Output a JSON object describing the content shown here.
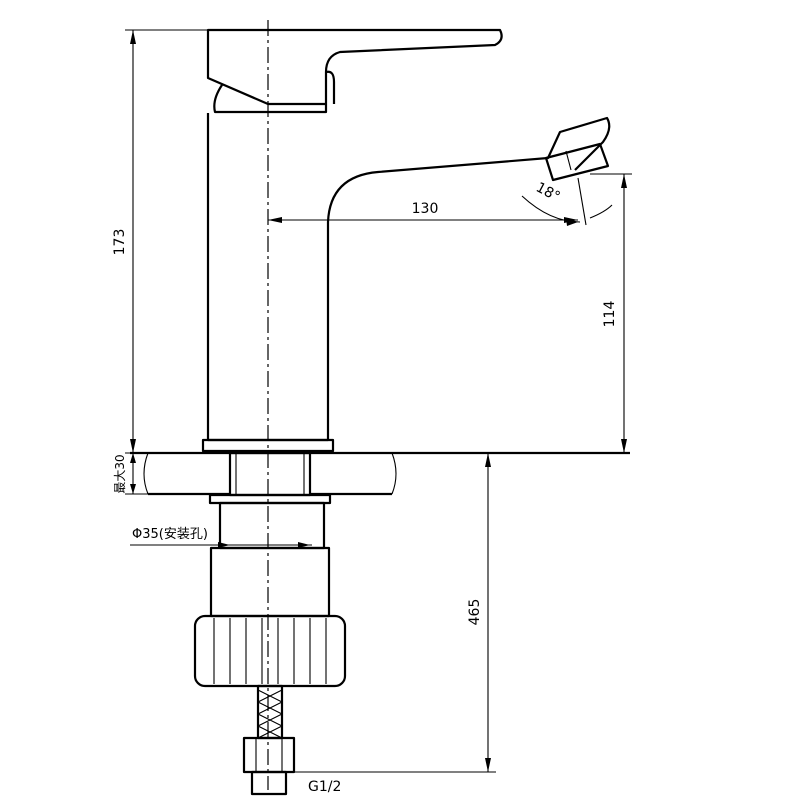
{
  "dimensions": {
    "total_height": "173",
    "spout_reach": "130",
    "spout_angle": "18°",
    "spout_height": "114",
    "max_deck_thickness": "最大30",
    "mounting_hole": "Φ35(安装孔)",
    "below_deck_length": "465",
    "hose_thread": "G1/2"
  }
}
